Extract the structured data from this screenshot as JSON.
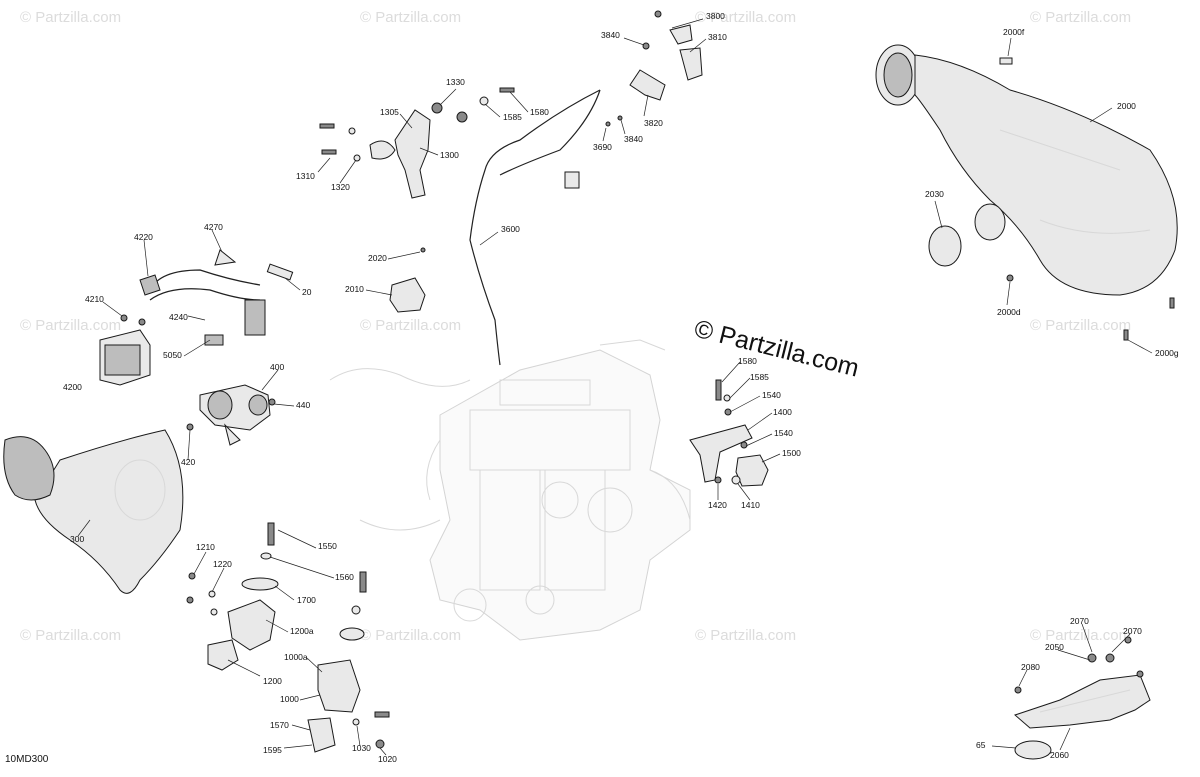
{
  "diagram_id": "10MD300",
  "brand_watermark": "© Partzilla.com",
  "faint_watermark": "© Partzilla.com",
  "callouts": [
    "3800",
    "3840",
    "3810",
    "1330",
    "1580",
    "1305",
    "1585",
    "1300",
    "1310",
    "1320",
    "3820",
    "3690",
    "3840",
    "3600",
    "2000f",
    "2000",
    "2030",
    "2000d",
    "2000g",
    "4270",
    "4220",
    "4210",
    "20",
    "4240",
    "5050",
    "4200",
    "2020",
    "2010",
    "400",
    "440",
    "420",
    "300",
    "1580",
    "1585",
    "1540",
    "1400",
    "1540",
    "1500",
    "1420",
    "1410",
    "1550",
    "1210",
    "1220",
    "1560",
    "1700",
    "1200a",
    "1000a",
    "1200",
    "1000",
    "1570",
    "1595",
    "1030",
    "1020",
    "2070",
    "2070",
    "2050",
    "2080",
    "65",
    "2060"
  ]
}
